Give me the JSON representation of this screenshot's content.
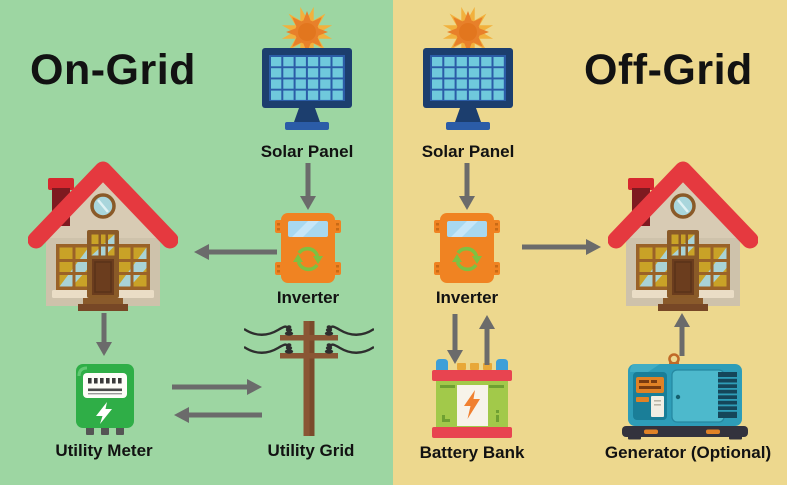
{
  "left_section": {
    "title": "On-Grid",
    "background_color": "#9DD6A2",
    "labels": {
      "solar_panel": "Solar Panel",
      "inverter": "Inverter",
      "utility_meter": "Utility Meter",
      "utility_grid": "Utility Grid"
    },
    "connections": [
      {
        "from": "solar-panel",
        "to": "inverter"
      },
      {
        "from": "inverter",
        "to": "house"
      },
      {
        "from": "house",
        "to": "utility-meter"
      },
      {
        "from": "utility-meter",
        "to": "utility-grid"
      },
      {
        "from": "utility-grid",
        "to": "utility-meter"
      }
    ]
  },
  "right_section": {
    "title": "Off-Grid",
    "background_color": "#EDD88E",
    "labels": {
      "solar_panel": "Solar Panel",
      "inverter": "Inverter",
      "battery_bank": "Battery Bank",
      "generator": "Generator (Optional)"
    },
    "connections": [
      {
        "from": "solar-panel",
        "to": "inverter"
      },
      {
        "from": "inverter",
        "to": "house"
      },
      {
        "from": "inverter",
        "to": "battery-bank"
      },
      {
        "from": "battery-bank",
        "to": "inverter"
      },
      {
        "from": "generator",
        "to": "house"
      }
    ]
  },
  "colors": {
    "arrow": "#6B6B6B",
    "text": "#121212",
    "left_background": "#9DD6A2",
    "right_background": "#EDD88E",
    "inverter_orange": "#F08322",
    "meter_green": "#2FAE47",
    "roof_red": "#E5393F",
    "battery_green": "#A2C94A",
    "generator_teal": "#2E9DB8",
    "panel_navy": "#1C3E6E",
    "panel_cell_cyan": "#6FC9DC"
  }
}
